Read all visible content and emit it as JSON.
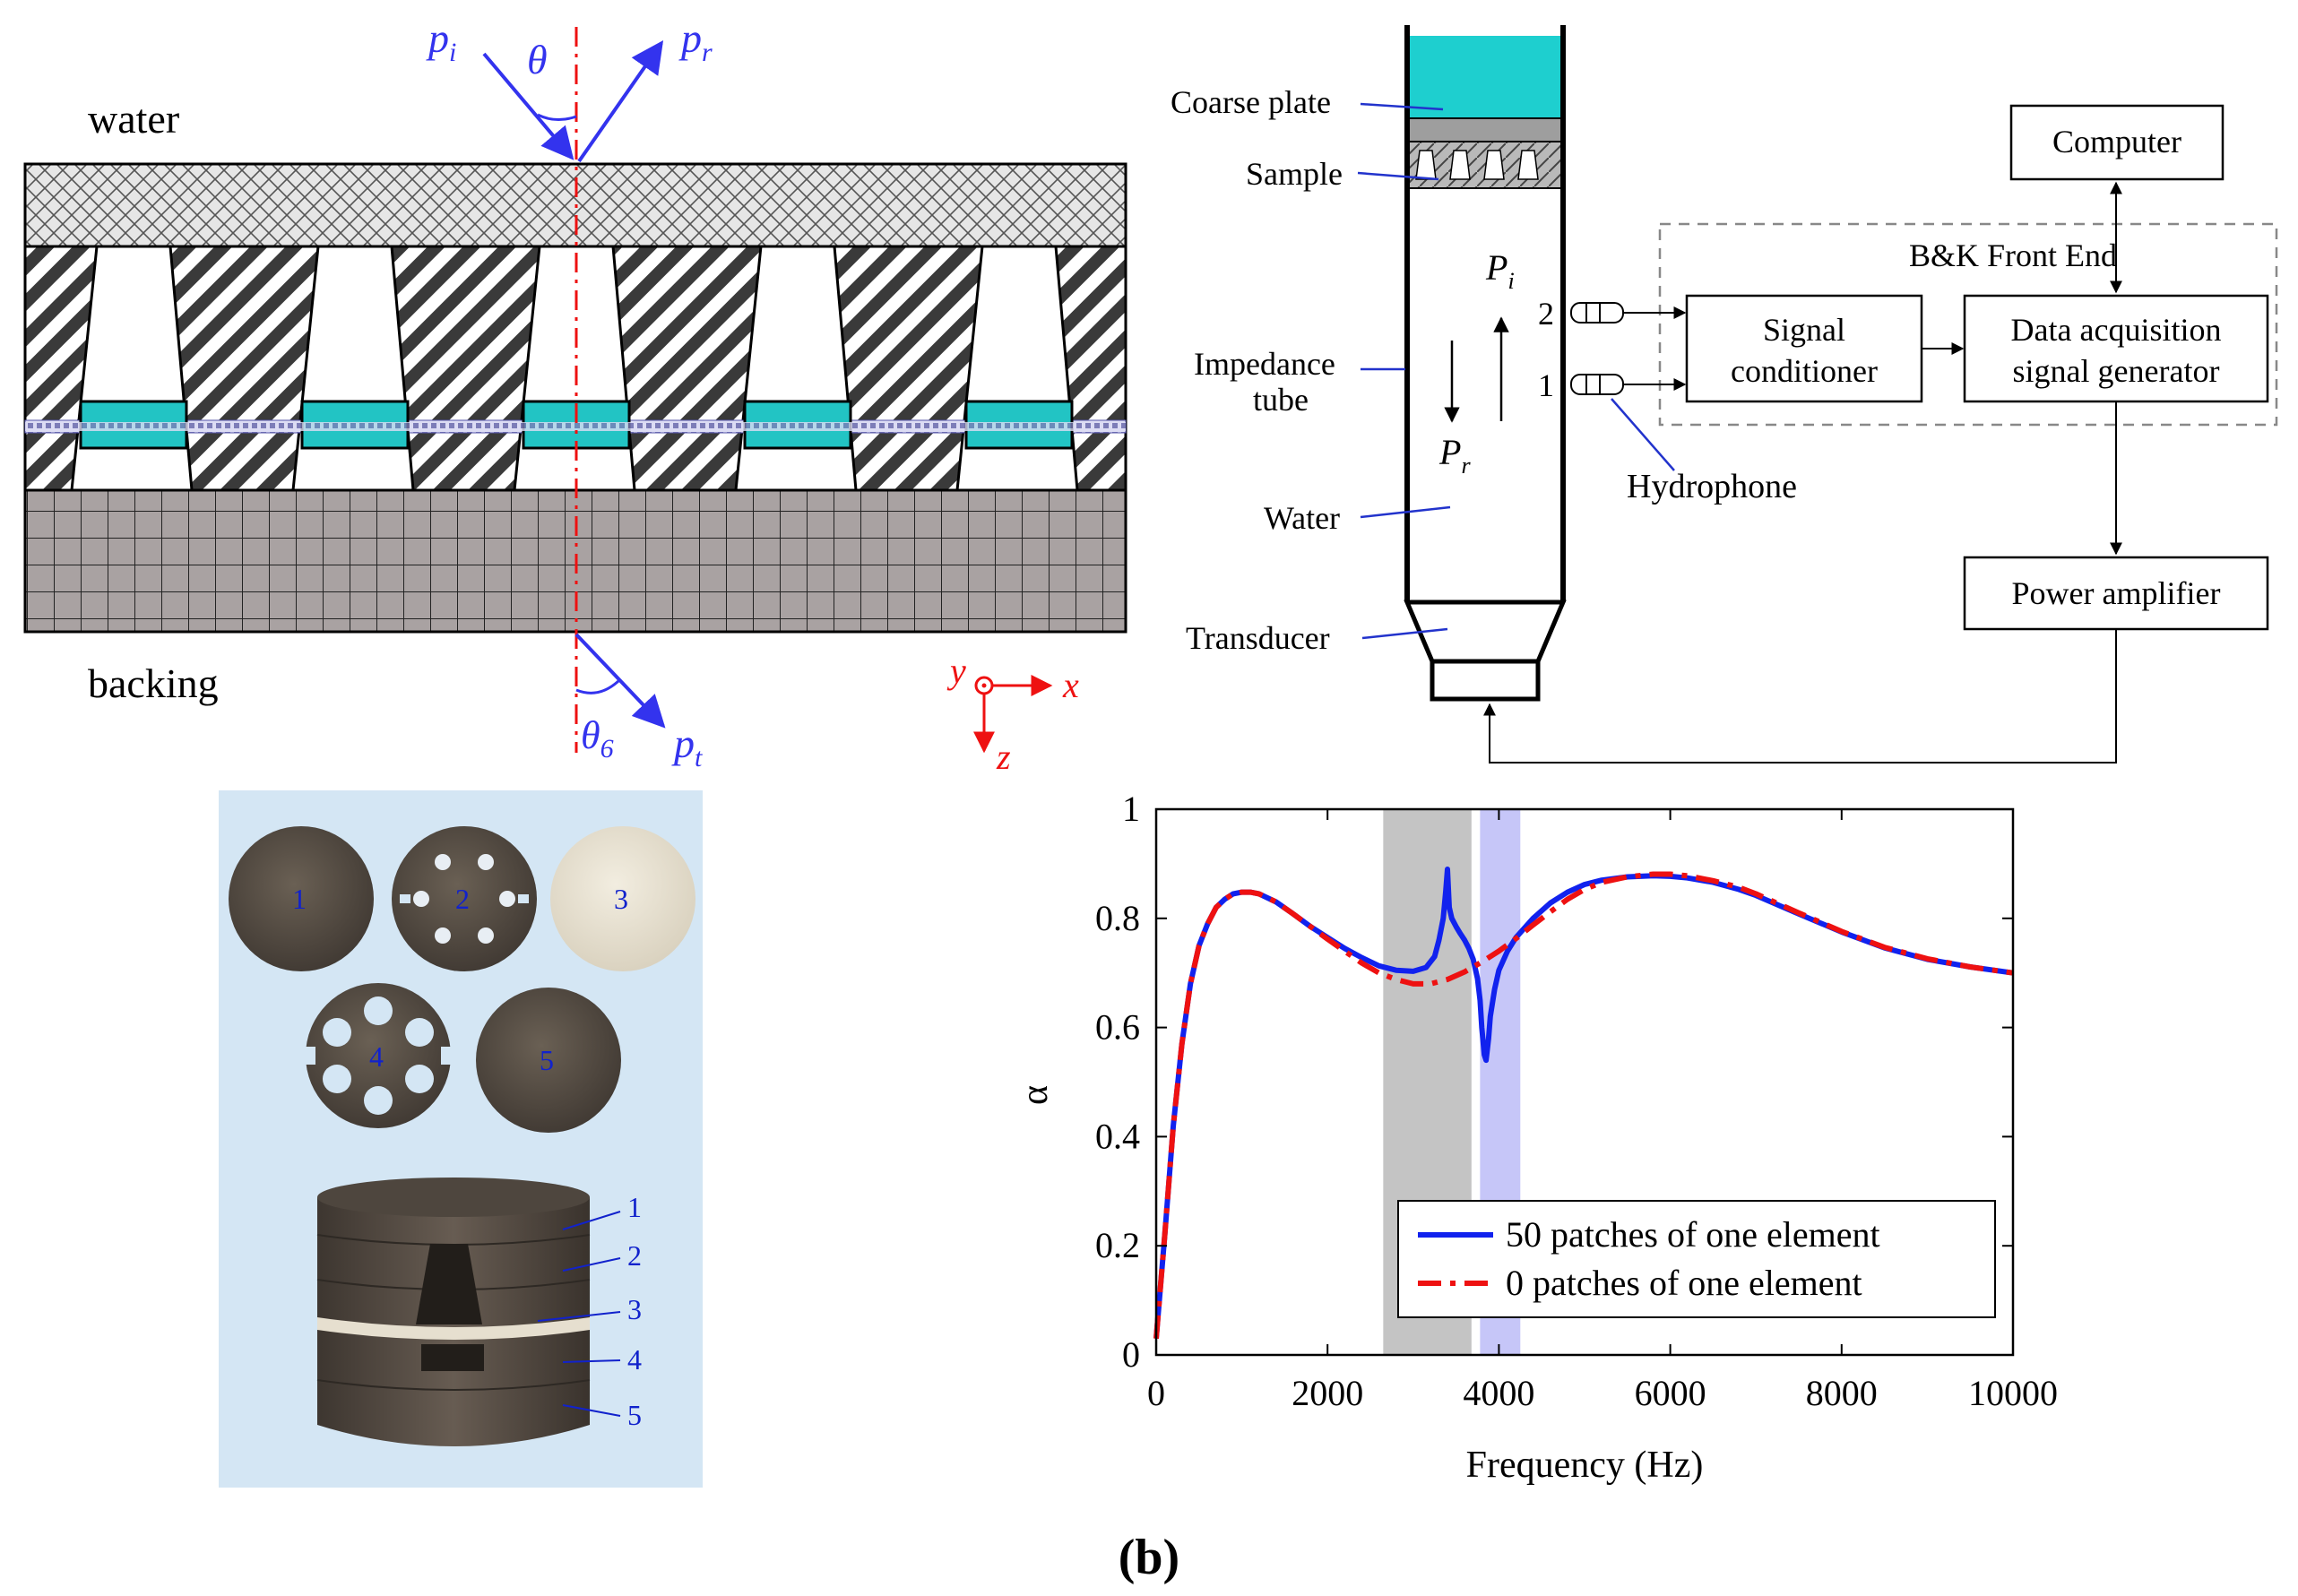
{
  "panel_a": {
    "label_water": "water",
    "label_backing": "backing",
    "wave_incident": "p",
    "wave_incident_sub": "i",
    "wave_reflected": "p",
    "wave_reflected_sub": "r",
    "wave_transmitted": "p",
    "wave_transmitted_sub": "t",
    "angle_in": "θ",
    "angle_out": "θ",
    "angle_out_sub": "6",
    "axis_x": "x",
    "axis_y": "y",
    "axis_z": "z",
    "colors": {
      "wave": "#3333ee",
      "axis": "#ee1111",
      "patch": "#22c4c4",
      "matrix": "#888888",
      "backing": "#a9a2a2"
    }
  },
  "setup": {
    "labels": {
      "coarse_plate": "Coarse plate",
      "sample": "Sample",
      "impedance_tube_1": "Impedance",
      "impedance_tube_2": "tube",
      "water": "Water",
      "transducer": "Transducer",
      "hydrophone": "Hydrophone",
      "pi": "P",
      "pi_sub": "i",
      "pr": "P",
      "pr_sub": "r",
      "port2": "2",
      "port1": "1"
    },
    "boxes": {
      "computer": "Computer",
      "front_end": "B&K Front End",
      "signal_conditioner_1": "Signal",
      "signal_conditioner_2": "conditioner",
      "daq_1": "Data acquisition",
      "daq_2": "signal generator",
      "power_amp": "Power amplifier"
    },
    "colors": {
      "water_fill": "#1ecfcf",
      "leader": "#2233cc"
    }
  },
  "photo": {
    "disk_numbers": [
      "1",
      "2",
      "3",
      "4",
      "5"
    ],
    "layer_numbers": [
      "1",
      "2",
      "3",
      "4",
      "5"
    ],
    "colors": {
      "background": "#d4e6f4",
      "rubber": "#5b5148",
      "steel": "#e6dfcf",
      "number": "#1122cc"
    }
  },
  "panel_label": "(b)",
  "chart_data": {
    "type": "line",
    "xlabel": "Frequency (Hz)",
    "ylabel": "α",
    "xlim": [
      0,
      10000
    ],
    "ylim": [
      0,
      1
    ],
    "xticks": [
      "0",
      "2000",
      "4000",
      "6000",
      "8000",
      "10000"
    ],
    "yticks": [
      "0",
      "0.2",
      "0.4",
      "0.6",
      "0.8",
      "1"
    ],
    "bands": [
      {
        "from": 2650,
        "to": 3680,
        "color": "#c4c4c4"
      },
      {
        "from": 3780,
        "to": 4250,
        "color": "#c6c6f8"
      }
    ],
    "legend_position": "bottom-right",
    "series": [
      {
        "name": "50 patches of one element",
        "color": "#1122ee",
        "style": "solid",
        "x": [
          0,
          100,
          200,
          300,
          400,
          500,
          600,
          700,
          800,
          900,
          1000,
          1100,
          1200,
          1400,
          1600,
          1800,
          2000,
          2200,
          2400,
          2600,
          2800,
          3000,
          3150,
          3250,
          3300,
          3350,
          3380,
          3400,
          3420,
          3450,
          3500,
          3550,
          3600,
          3650,
          3700,
          3750,
          3780,
          3800,
          3830,
          3850,
          3880,
          3900,
          3950,
          4000,
          4100,
          4200,
          4400,
          4600,
          4800,
          5000,
          5200,
          5500,
          5800,
          6000,
          6200,
          6500,
          6800,
          7000,
          7500,
          8000,
          8500,
          9000,
          9500,
          10000
        ],
        "y": [
          0.03,
          0.22,
          0.42,
          0.57,
          0.68,
          0.75,
          0.79,
          0.82,
          0.835,
          0.845,
          0.848,
          0.848,
          0.845,
          0.83,
          0.808,
          0.785,
          0.765,
          0.745,
          0.728,
          0.713,
          0.705,
          0.703,
          0.71,
          0.73,
          0.76,
          0.8,
          0.85,
          0.89,
          0.82,
          0.8,
          0.785,
          0.772,
          0.76,
          0.745,
          0.725,
          0.69,
          0.65,
          0.6,
          0.55,
          0.54,
          0.58,
          0.62,
          0.67,
          0.705,
          0.74,
          0.765,
          0.8,
          0.828,
          0.848,
          0.862,
          0.87,
          0.876,
          0.878,
          0.877,
          0.874,
          0.866,
          0.853,
          0.842,
          0.808,
          0.775,
          0.746,
          0.725,
          0.711,
          0.7
        ]
      },
      {
        "name": "0 patches of one element",
        "color": "#ee1111",
        "style": "dashdot",
        "x": [
          0,
          100,
          200,
          300,
          400,
          500,
          600,
          700,
          800,
          900,
          1000,
          1100,
          1200,
          1400,
          1600,
          1800,
          2000,
          2200,
          2400,
          2600,
          2800,
          3000,
          3200,
          3400,
          3600,
          3800,
          4000,
          4200,
          4400,
          4600,
          4800,
          5000,
          5200,
          5500,
          5800,
          6000,
          6200,
          6500,
          6800,
          7000,
          7500,
          8000,
          8500,
          9000,
          9500,
          10000
        ],
        "y": [
          0.03,
          0.22,
          0.42,
          0.57,
          0.68,
          0.75,
          0.79,
          0.82,
          0.835,
          0.845,
          0.848,
          0.848,
          0.845,
          0.83,
          0.808,
          0.785,
          0.762,
          0.74,
          0.718,
          0.7,
          0.688,
          0.68,
          0.68,
          0.688,
          0.702,
          0.72,
          0.74,
          0.763,
          0.788,
          0.812,
          0.835,
          0.853,
          0.866,
          0.876,
          0.881,
          0.881,
          0.878,
          0.869,
          0.857,
          0.845,
          0.81,
          0.776,
          0.747,
          0.726,
          0.711,
          0.7
        ]
      }
    ]
  }
}
